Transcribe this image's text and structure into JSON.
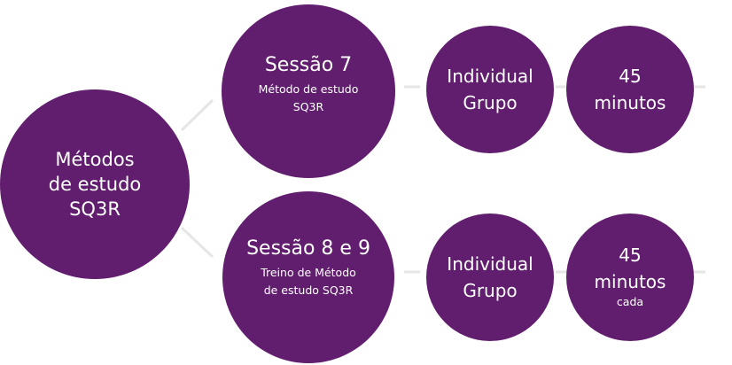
{
  "root": {
    "label_lines": [
      "Métodos",
      "de estudo",
      "SQ3R"
    ]
  },
  "sessions": [
    {
      "title": "Sessão 7",
      "subtitle_lines": [
        "Método de estudo",
        "SQ3R"
      ],
      "mode_lines": [
        "Individual",
        "Grupo"
      ],
      "duration_lines": [
        "45",
        "minutos"
      ],
      "duration_note": ""
    },
    {
      "title": "Sessão 8 e 9",
      "subtitle_lines": [
        "Treino de Método",
        "de estudo SQ3R"
      ],
      "mode_lines": [
        "Individual",
        "Grupo"
      ],
      "duration_lines": [
        "45",
        "minutos"
      ],
      "duration_note": "cada"
    }
  ],
  "colors": {
    "circle": "#621e6e",
    "connector": "#e6e6e6"
  }
}
